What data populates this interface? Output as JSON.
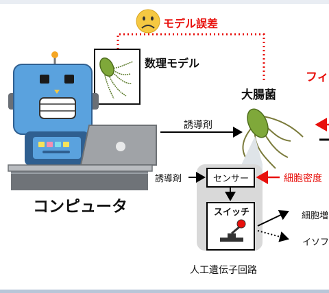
{
  "model_error_label": "モデル誤差",
  "math_model_label": "数理モデル",
  "ecoli_label": "大腸菌",
  "computer_label": "コンピュータ",
  "inducer_top_label": "誘導剤",
  "inducer_left_label": "誘導剤",
  "sensor_label": "センサー",
  "switch_label": "スイッチ",
  "circuit_label": "人工遺伝子回路",
  "feedback_label_partial": "フィ",
  "density_label_partial": "細胞密度",
  "growth_label_partial": "細胞増",
  "iso_label_partial": "イソフ",
  "colors": {
    "accent_red": "#e8100c",
    "robot_blue": "#5aa2de",
    "circuit_bg": "#d9d9d9",
    "bacteria_green": "#7fa83a"
  }
}
